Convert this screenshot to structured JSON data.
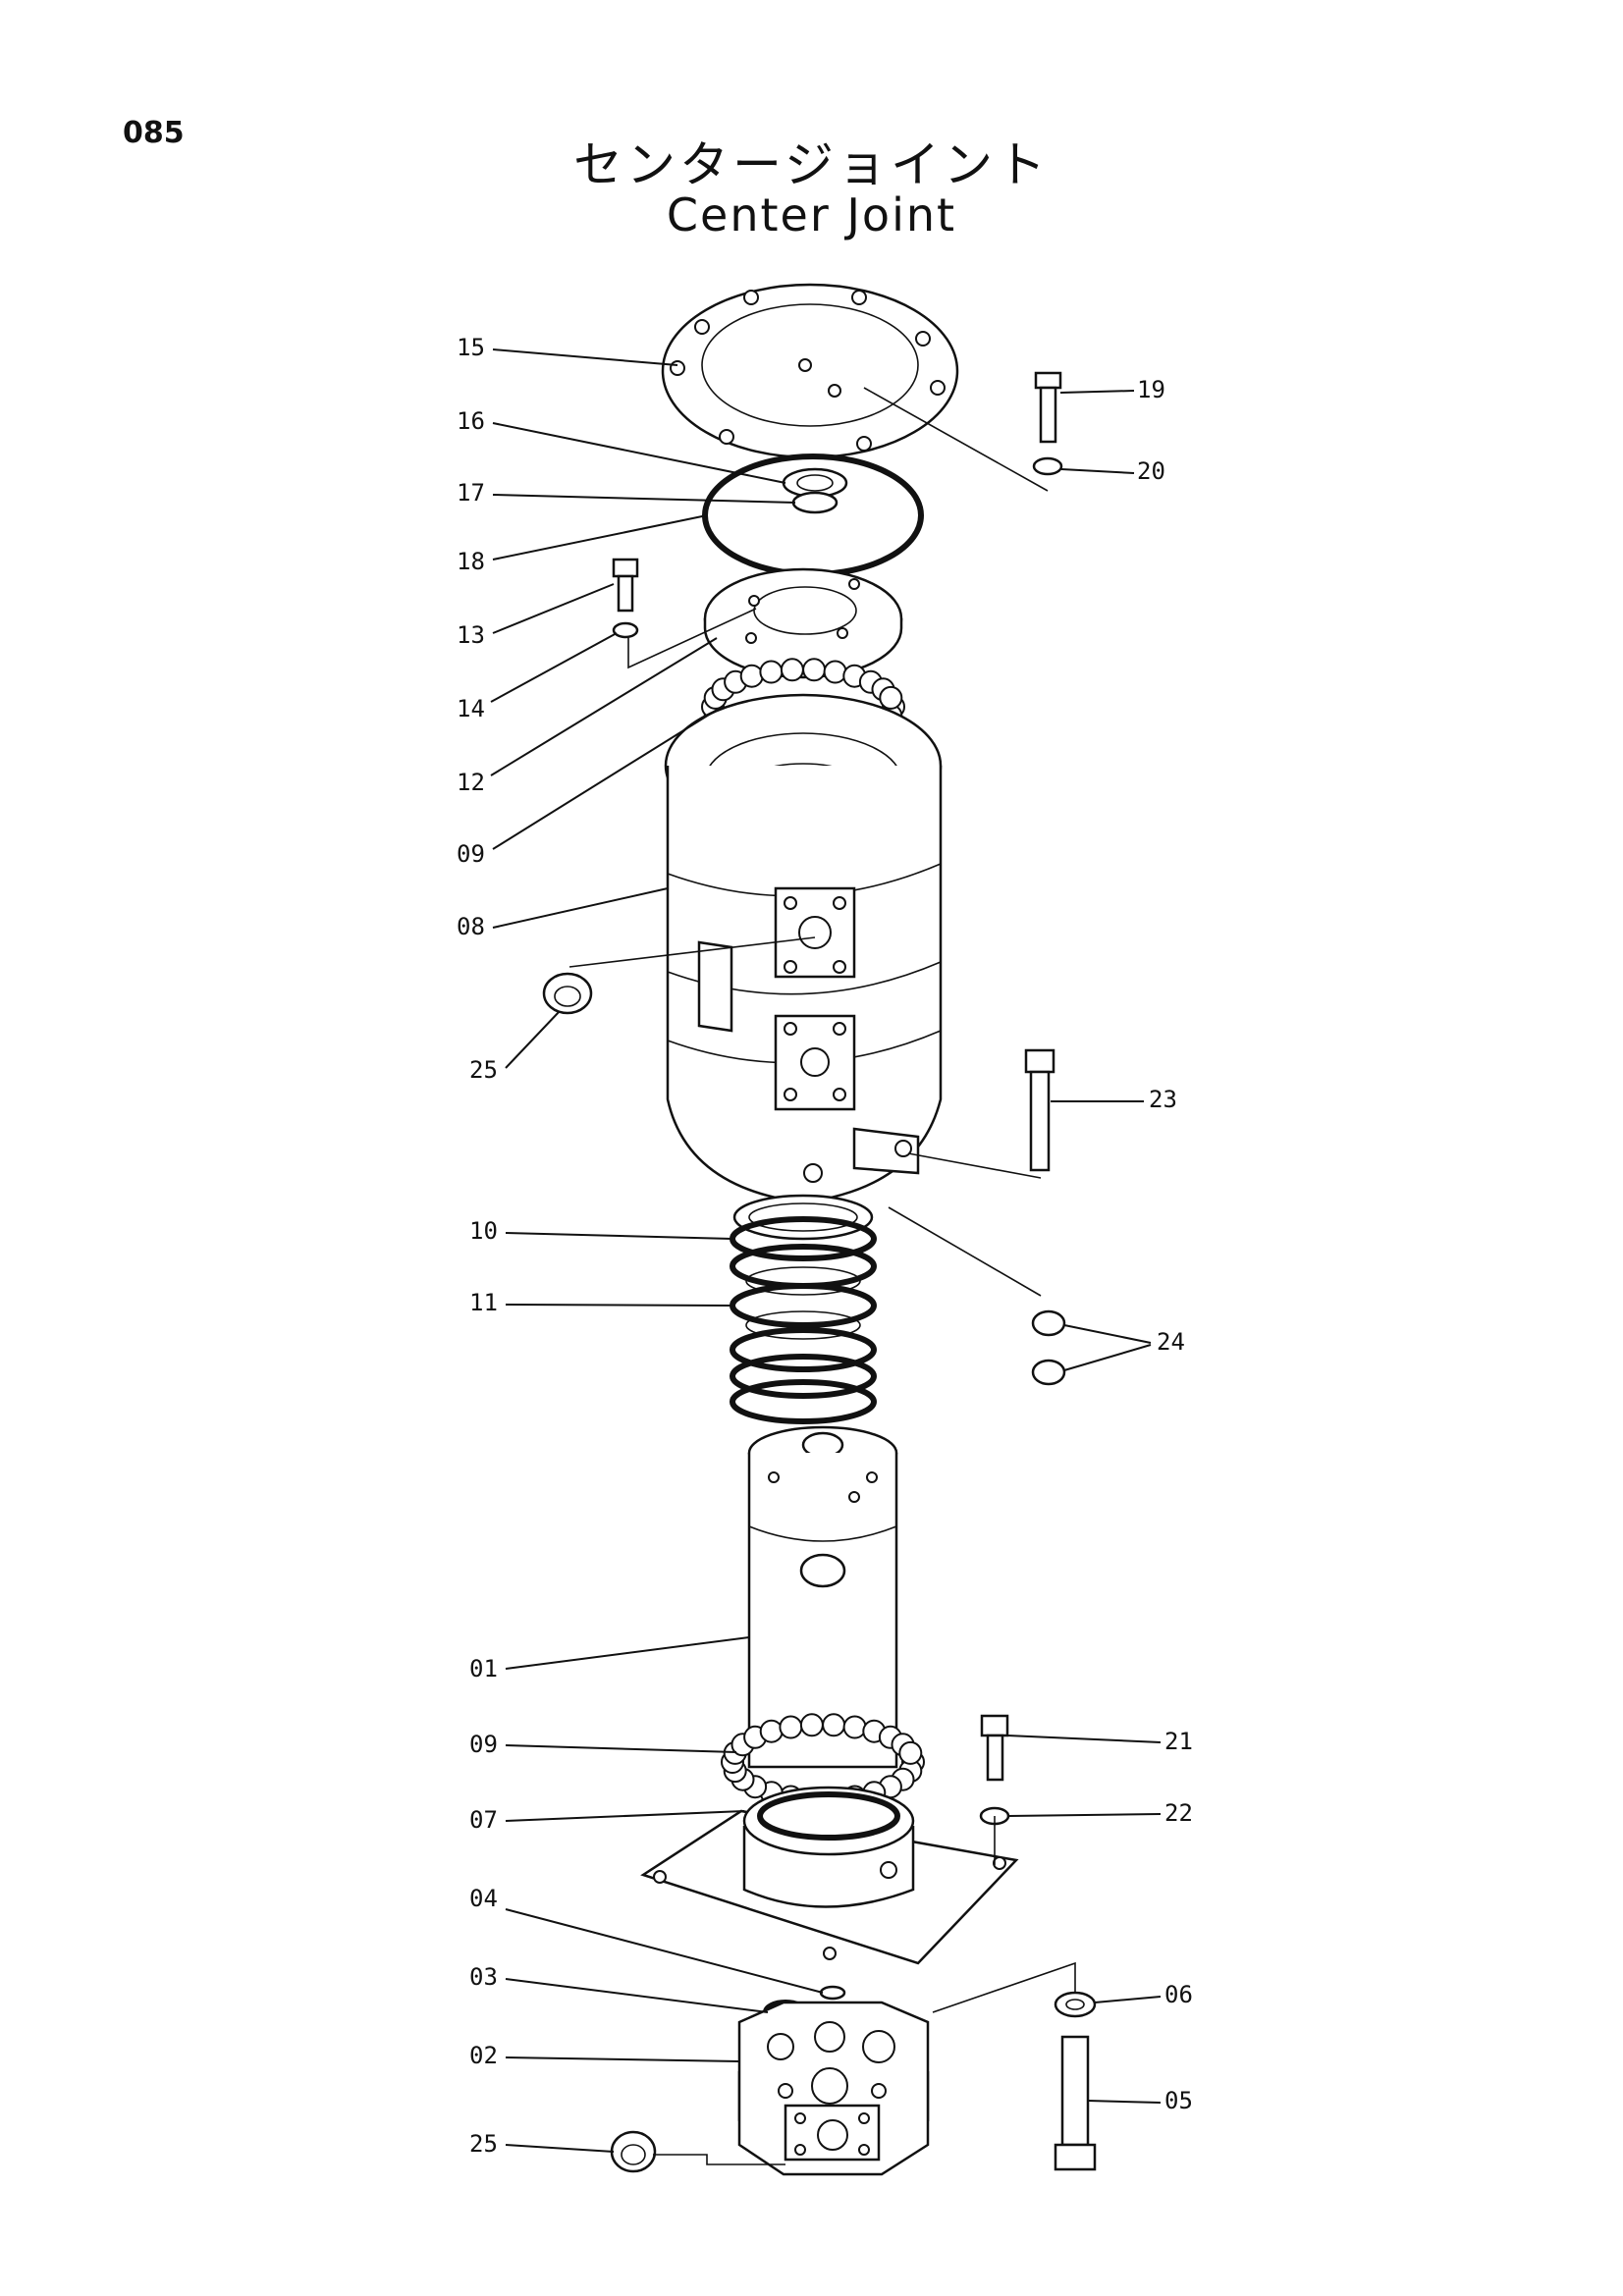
{
  "page_number": "085",
  "title_jp": "センタージョイント",
  "title_en": "Center Joint",
  "callouts": [
    {
      "id": "15",
      "label": "15"
    },
    {
      "id": "16",
      "label": "16"
    },
    {
      "id": "17",
      "label": "17"
    },
    {
      "id": "18",
      "label": "18"
    },
    {
      "id": "13",
      "label": "13"
    },
    {
      "id": "14",
      "label": "14"
    },
    {
      "id": "12",
      "label": "12"
    },
    {
      "id": "09a",
      "label": "09"
    },
    {
      "id": "08",
      "label": "08"
    },
    {
      "id": "25a",
      "label": "25"
    },
    {
      "id": "10",
      "label": "10"
    },
    {
      "id": "11",
      "label": "11"
    },
    {
      "id": "01",
      "label": "01"
    },
    {
      "id": "09b",
      "label": "09"
    },
    {
      "id": "07",
      "label": "07"
    },
    {
      "id": "04",
      "label": "04"
    },
    {
      "id": "03",
      "label": "03"
    },
    {
      "id": "02",
      "label": "02"
    },
    {
      "id": "25b",
      "label": "25"
    },
    {
      "id": "19",
      "label": "19"
    },
    {
      "id": "20",
      "label": "20"
    },
    {
      "id": "23",
      "label": "23"
    },
    {
      "id": "24",
      "label": "24"
    },
    {
      "id": "21",
      "label": "21"
    },
    {
      "id": "22",
      "label": "22"
    },
    {
      "id": "06",
      "label": "06"
    },
    {
      "id": "05",
      "label": "05"
    }
  ]
}
